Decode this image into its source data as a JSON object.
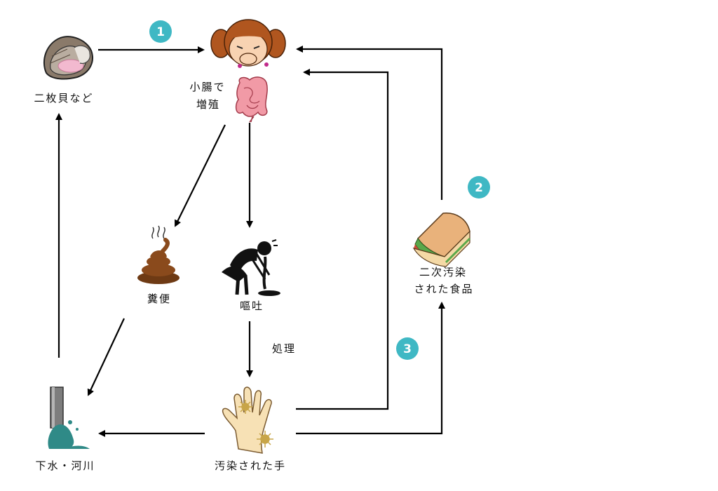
{
  "nodes": {
    "shellfish": "二枚貝など",
    "intestine_line1": "小腸で",
    "intestine_line2": "増殖",
    "feces": "糞便",
    "vomit": "嘔吐",
    "sewage": "下水・河川",
    "hand": "汚染された手",
    "food_line1": "二次汚染",
    "food_line2": "された食品"
  },
  "edge_labels": {
    "treatment": "処理"
  },
  "badges": [
    "1",
    "2",
    "3"
  ],
  "colors": {
    "badge": "#3fb8c4",
    "arrow": "#000000",
    "poop": "#8a4a1c",
    "water": "#2f8a87"
  },
  "icons": {
    "shellfish": "oyster-icon",
    "person": "sick-girl-icon",
    "intestine": "intestine-icon",
    "feces": "poop-icon",
    "vomit": "vomiting-person-icon",
    "sewage": "drain-pipe-icon",
    "hand": "contaminated-hand-icon",
    "food": "sandwich-icon"
  }
}
